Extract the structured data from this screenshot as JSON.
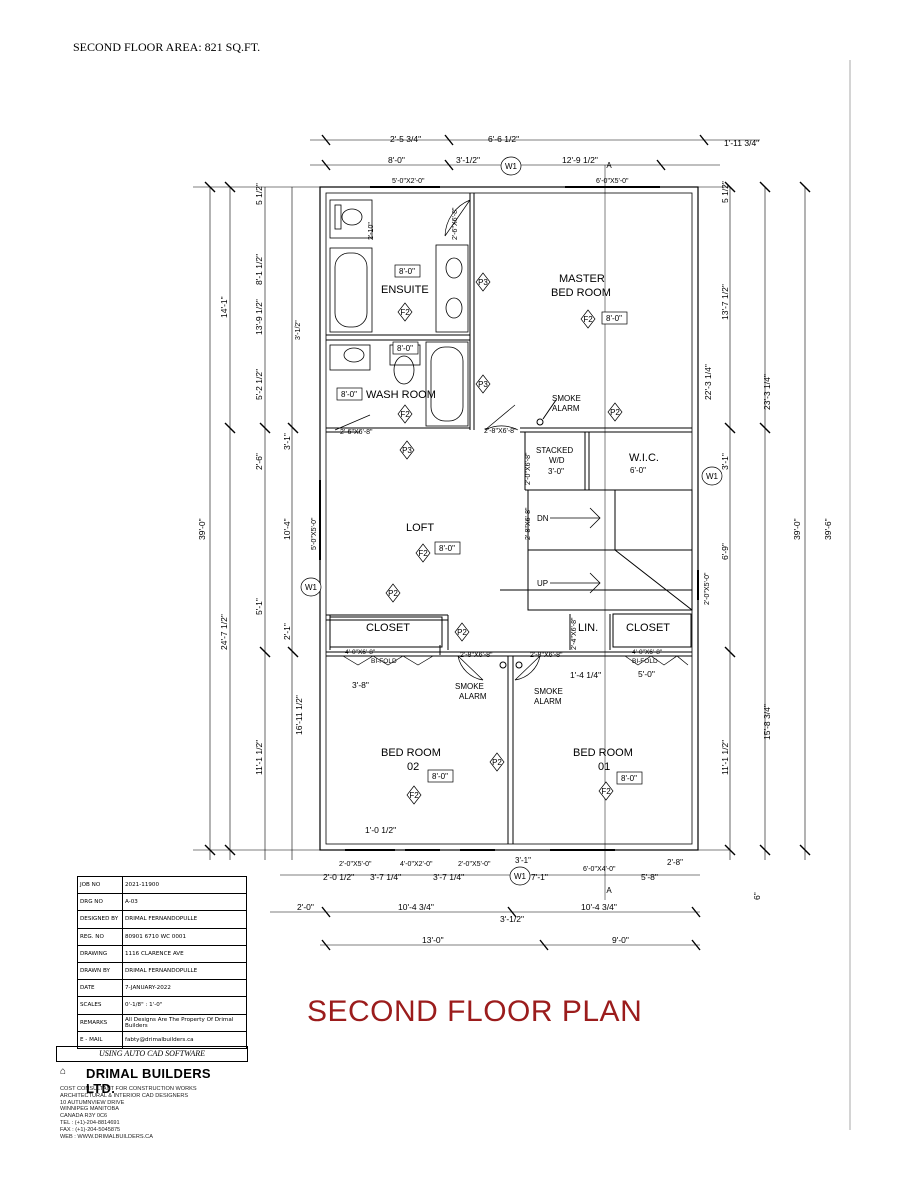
{
  "header": {
    "area": "SECOND FLOOR AREA: 821 SQ.FT."
  },
  "plan_title": "SECOND FLOOR PLAN",
  "rooms": {
    "ensuite": "ENSUITE",
    "master": [
      "MASTER",
      "BED ROOM"
    ],
    "wash_room": "WASH ROOM",
    "stacked": [
      "STACKED",
      "W/D",
      "3'-0\""
    ],
    "wic": "W.I.C.",
    "wic_dim": "6'-0\"",
    "loft": "LOFT",
    "closet_left": "CLOSET",
    "closet_right": "CLOSET",
    "lin": "LIN.",
    "bed02": [
      "BED ROOM",
      "02"
    ],
    "bed01": [
      "BED ROOM",
      "01"
    ],
    "smoke_alarm": [
      "SMOKE",
      "ALARM"
    ],
    "dn": "DN",
    "up": "UP",
    "bifold": "BI-FOLD",
    "bifold_size": "4'-0\"X6'-8\""
  },
  "tags": {
    "height": "8'-0\"",
    "f2": "F2",
    "p2": "P2",
    "p3": "P3",
    "w1": "W1",
    "a": "A"
  },
  "dimensions": {
    "top1": [
      "2'-5 3/4\"",
      "6'-6 1/2\"",
      "1'-11 3/4\""
    ],
    "top2": [
      "8'-0\"",
      "3'-1/2\"",
      "12'-9 1/2\""
    ],
    "top_windows": [
      "5'-0\"X2'-0\"",
      "6'-0\"X5'-0\""
    ],
    "left_outer": [
      "39'-0\"",
      "14'-1\"",
      "24'-7 1/2\""
    ],
    "left_mid": [
      "8'-1 1/2\"",
      "13'-9 1/2\"",
      "5'-2 1/2\"",
      "2'-6\"",
      "3'-1\"",
      "10'-4\"",
      "5'-1\"",
      "2'-1\"",
      "16'-11 1/2\"",
      "11'-1 1/2\"",
      "5 1/2\""
    ],
    "right_outer": [
      "39'-6\"",
      "39'-0\"",
      "23'-3 1/4\"",
      "22'-3 1/4\"",
      "15'-8 3/4\"",
      "13'-7 1/2\"",
      "11'-1 1/2\"",
      "6'-9\"",
      "5 1/2\"",
      "3'-1\"",
      "6\""
    ],
    "bottom_windows": [
      "2'-0\"X5'-0\"",
      "4'-0\"X2'-0\"",
      "2'-0\"X5'-0\"",
      "3'-1\"",
      "6'-0\"X4'-0\"",
      "2'-8\""
    ],
    "bottom1": [
      "2'-0 1/2\"",
      "3'-7 1/4\"",
      "3'-7 1/4\"",
      "7'-1\"",
      "5'-8\""
    ],
    "bottom2": [
      "2'-0\"",
      "10'-4 3/4\"",
      "10'-4 3/4\"",
      "3'-1/2\""
    ],
    "bottom3": [
      "13'-0\"",
      "9'-0\""
    ],
    "interior": [
      "2'-10\"",
      "2'-6\"X6'-8\"",
      "2'-6\"X6'-8\"",
      "2'-8\"X6'-8\"",
      "2'-0\"X6'-8\"",
      "2'-8\"X6'-8\"",
      "2'-8\"X6'-8\"",
      "2'-8\"X6'-8\"",
      "2'-4\"X6'-8\"",
      "3'-8\"",
      "1'-4 1/4\"",
      "5'-0\"",
      "1'-0 1/2\"",
      "2'-0\"X5'-0\"",
      "5'-0\"X5'-0\"",
      "3'-1/2\"",
      "8'-0\""
    ]
  },
  "title_block": {
    "rows": [
      [
        "JOB NO",
        "2021-11900"
      ],
      [
        "DRG NO",
        "A-03"
      ],
      [
        "DESIGNED BY",
        "DRIMAL FERNANDOPULLE"
      ],
      [
        "REG. NO",
        "80901 6710 WC 0001"
      ],
      [
        "DRAWING",
        "1116 CLARENCE AVE"
      ],
      [
        "DRAWN BY",
        "DRIMAL FERNANDOPULLE"
      ],
      [
        "DATE",
        "7-JANUARY-2022"
      ],
      [
        "SCALES",
        "0'-1/8\" : 1'-0\""
      ],
      [
        "REMARKS",
        "All Designs Are The Property Of Drimal Builders"
      ],
      [
        "E - MAIL",
        "fabty@drimalbuilders.ca"
      ]
    ],
    "auto_cad": "USING AUTO CAD SOFTWARE",
    "company": "DRIMAL BUILDERS LTD.",
    "company_lines": [
      "COST CONSULTANT FOR CONSTRUCTION WORKS",
      "ARCHITECTURAL & INTERIOR CAD DESIGNERS",
      "10 AUTUMNVIEW DRIVE",
      "WINNIPEG MANITOBA",
      "CANADA R3Y 0C6",
      "TEL : (+1)-204-8814691",
      "FAX : (+1)-204-5045875",
      "WEB : WWW.DRIMALBUILDERS.CA"
    ]
  }
}
